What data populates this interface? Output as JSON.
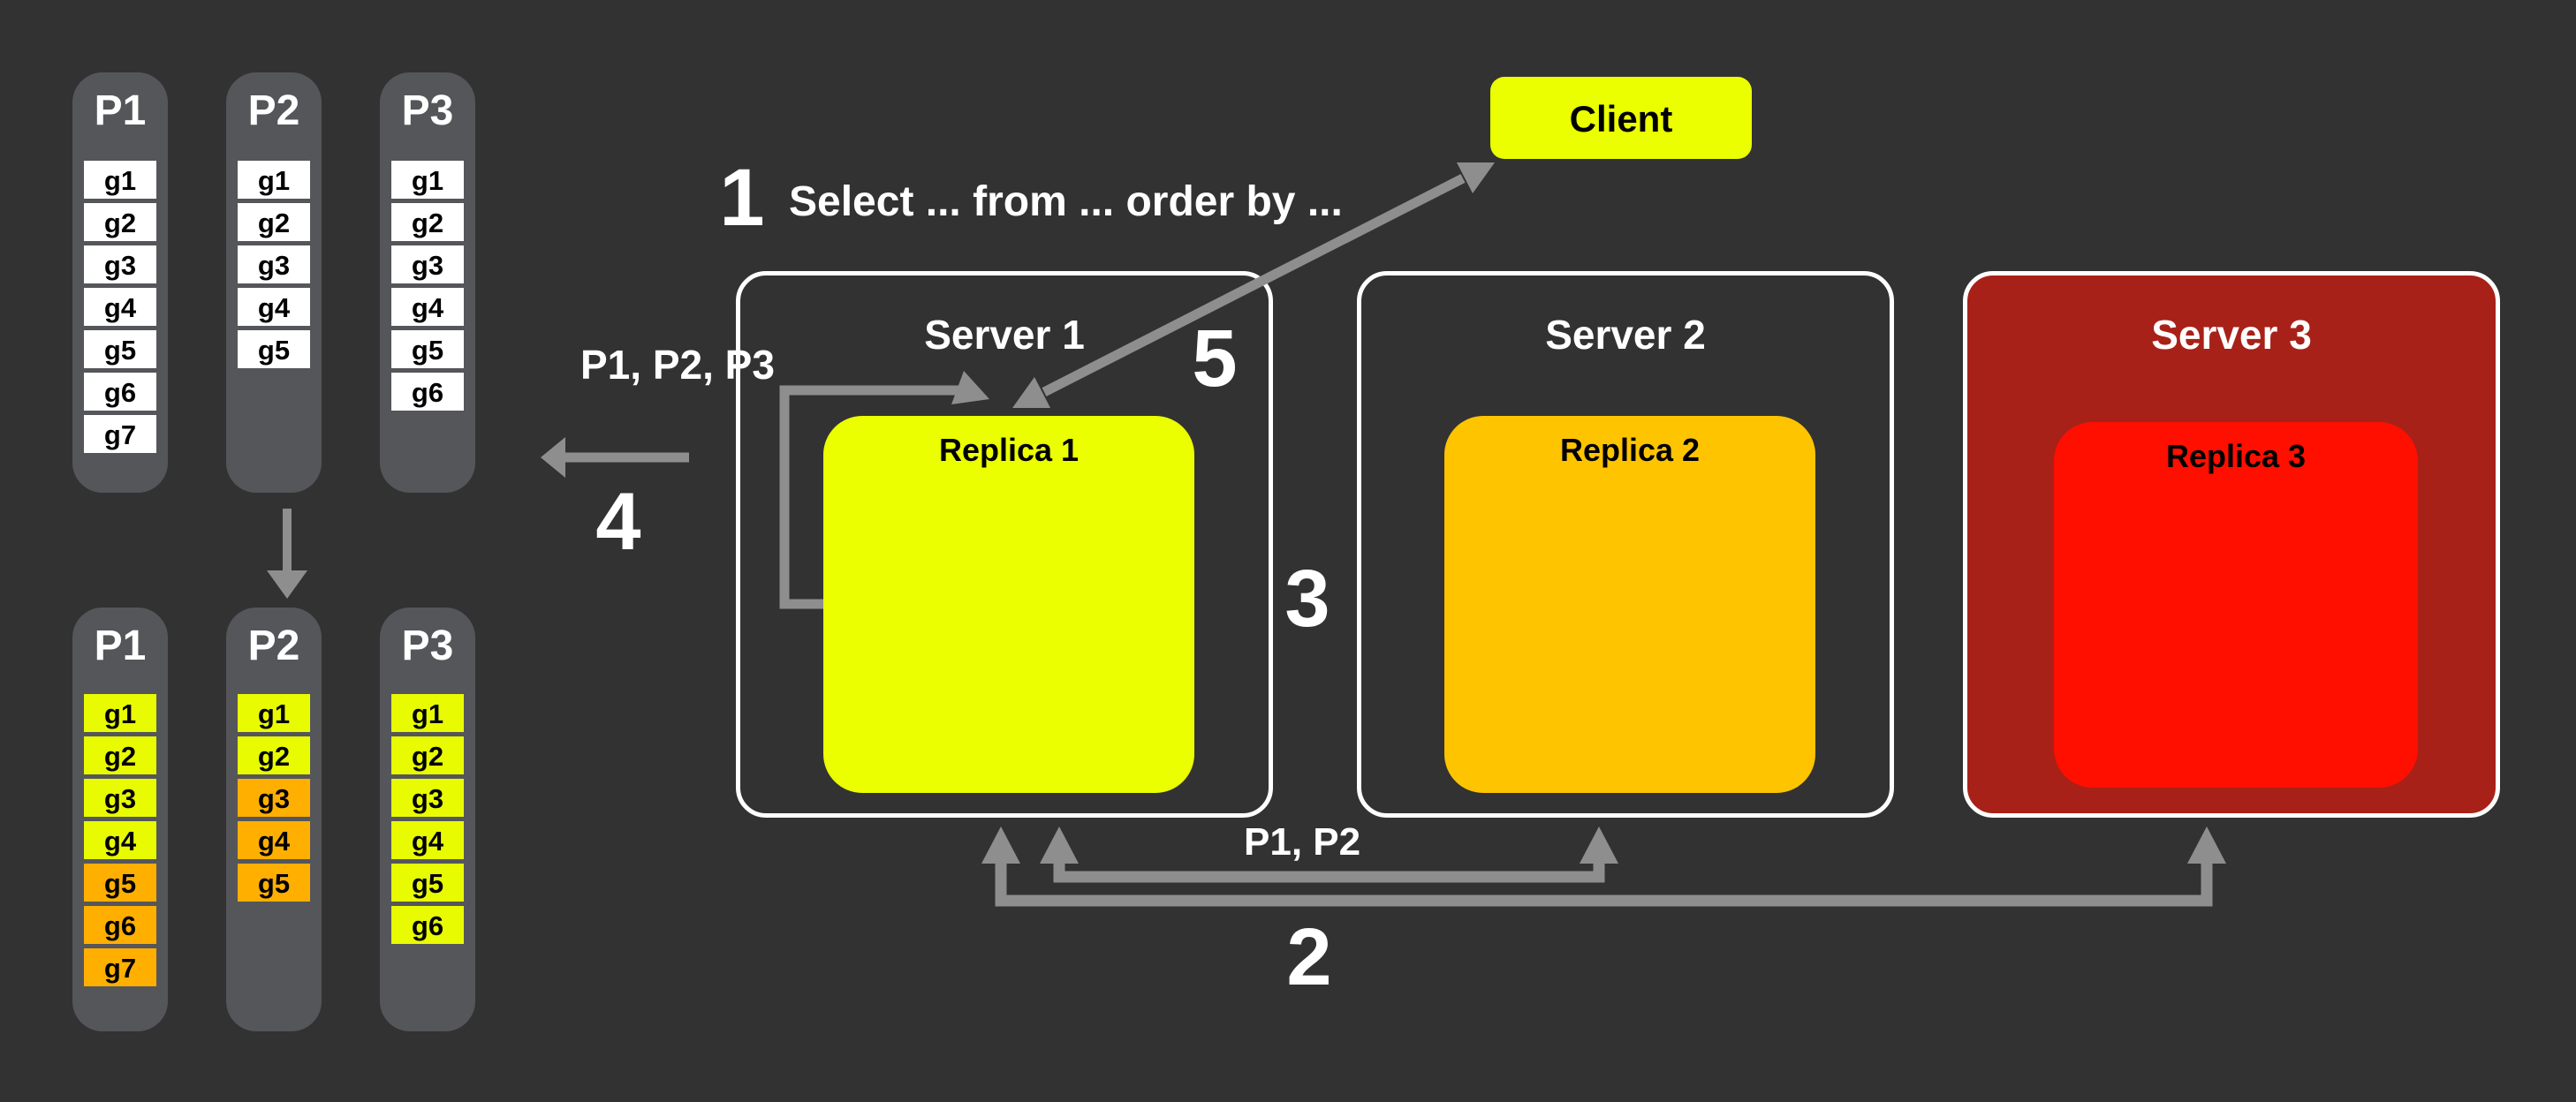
{
  "canvas": {
    "bg": "#323233"
  },
  "colors": {
    "column_bg": "#55565A",
    "cell_white": "#FFFFFF",
    "cell_yellow": "#E8FB00",
    "cell_orange": "#FFAF00",
    "accent_yellow": "#EBFF00",
    "accent_amber": "#FFC400",
    "accent_red": "#FF0F00",
    "server3_bg": "#A82118",
    "arrow_gray": "#8E8E8E",
    "text_light": "#FFFFFF",
    "text_dark": "#000000"
  },
  "partitions_before": {
    "columns": [
      {
        "name": "P1",
        "cells": [
          {
            "label": "g1",
            "fill": "white"
          },
          {
            "label": "g2",
            "fill": "white"
          },
          {
            "label": "g3",
            "fill": "white"
          },
          {
            "label": "g4",
            "fill": "white"
          },
          {
            "label": "g5",
            "fill": "white"
          },
          {
            "label": "g6",
            "fill": "white"
          },
          {
            "label": "g7",
            "fill": "white"
          }
        ]
      },
      {
        "name": "P2",
        "cells": [
          {
            "label": "g1",
            "fill": "white"
          },
          {
            "label": "g2",
            "fill": "white"
          },
          {
            "label": "g3",
            "fill": "white"
          },
          {
            "label": "g4",
            "fill": "white"
          },
          {
            "label": "g5",
            "fill": "white"
          }
        ]
      },
      {
        "name": "P3",
        "cells": [
          {
            "label": "g1",
            "fill": "white"
          },
          {
            "label": "g2",
            "fill": "white"
          },
          {
            "label": "g3",
            "fill": "white"
          },
          {
            "label": "g4",
            "fill": "white"
          },
          {
            "label": "g5",
            "fill": "white"
          },
          {
            "label": "g6",
            "fill": "white"
          }
        ]
      }
    ]
  },
  "partitions_after": {
    "columns": [
      {
        "name": "P1",
        "cells": [
          {
            "label": "g1",
            "fill": "yellow"
          },
          {
            "label": "g2",
            "fill": "yellow"
          },
          {
            "label": "g3",
            "fill": "yellow"
          },
          {
            "label": "g4",
            "fill": "yellow"
          },
          {
            "label": "g5",
            "fill": "orange"
          },
          {
            "label": "g6",
            "fill": "orange"
          },
          {
            "label": "g7",
            "fill": "orange"
          }
        ]
      },
      {
        "name": "P2",
        "cells": [
          {
            "label": "g1",
            "fill": "yellow"
          },
          {
            "label": "g2",
            "fill": "yellow"
          },
          {
            "label": "g3",
            "fill": "orange"
          },
          {
            "label": "g4",
            "fill": "orange"
          },
          {
            "label": "g5",
            "fill": "orange"
          }
        ]
      },
      {
        "name": "P3",
        "cells": [
          {
            "label": "g1",
            "fill": "yellow"
          },
          {
            "label": "g2",
            "fill": "yellow"
          },
          {
            "label": "g3",
            "fill": "yellow"
          },
          {
            "label": "g4",
            "fill": "yellow"
          },
          {
            "label": "g5",
            "fill": "yellow"
          },
          {
            "label": "g6",
            "fill": "yellow"
          }
        ]
      }
    ]
  },
  "servers": [
    {
      "name": "Server 1",
      "replica": "Replica 1"
    },
    {
      "name": "Server 2",
      "replica": "Replica 2"
    },
    {
      "name": "Server 3",
      "replica": "Replica 3"
    }
  ],
  "client": {
    "label": "Client"
  },
  "steps": [
    {
      "number": "1",
      "text": "Select ... from ... order by ..."
    },
    {
      "number": "2"
    },
    {
      "number": "3"
    },
    {
      "number": "4"
    },
    {
      "number": "5"
    }
  ],
  "labels": {
    "partitions_to_scan": "P1, P2, P3",
    "partitions_forwarded": "P1, P2"
  }
}
